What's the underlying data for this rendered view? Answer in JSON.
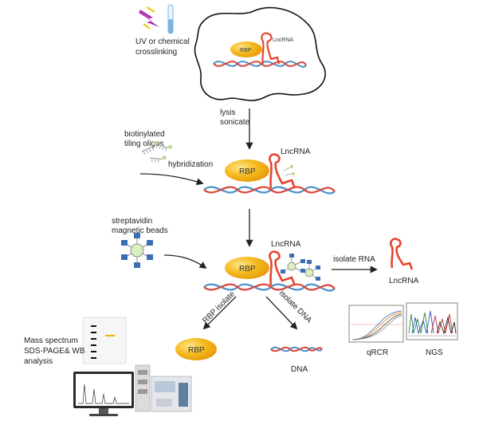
{
  "labels": {
    "uv_crosslinking": [
      "UV or chemical",
      "crosslinking"
    ],
    "lysis": [
      "lysis",
      "sonicate"
    ],
    "oligos": [
      "biotinylated",
      "tiling oligos"
    ],
    "hybridization": "hybridization",
    "beads": [
      "streptavidin",
      "magnetic beads"
    ],
    "isolate_rna": "isolate RNA",
    "rbp_isolate": "RBP isolate",
    "isolate_dna": "isolate DNA",
    "mass_spec": [
      "Mass spectrum",
      "SDS-PAGE& WB",
      "analysis"
    ],
    "qrcr": "qRCR",
    "ngs": "NGS",
    "dna": "DNA"
  },
  "molecules": {
    "rbp": "RBP",
    "lncrna": "LncRNA"
  },
  "colors": {
    "rna": "#e8432e",
    "rbp_fill": "#f5b81c",
    "dna_blue": "#4a8fc9",
    "dna_red": "#d9453a",
    "arrow": "#222222",
    "bead_blue": "#3a6fb5",
    "bead_green": "#b9d98c",
    "lightning": "#b23ab5",
    "tube": "#7bb3e0"
  }
}
